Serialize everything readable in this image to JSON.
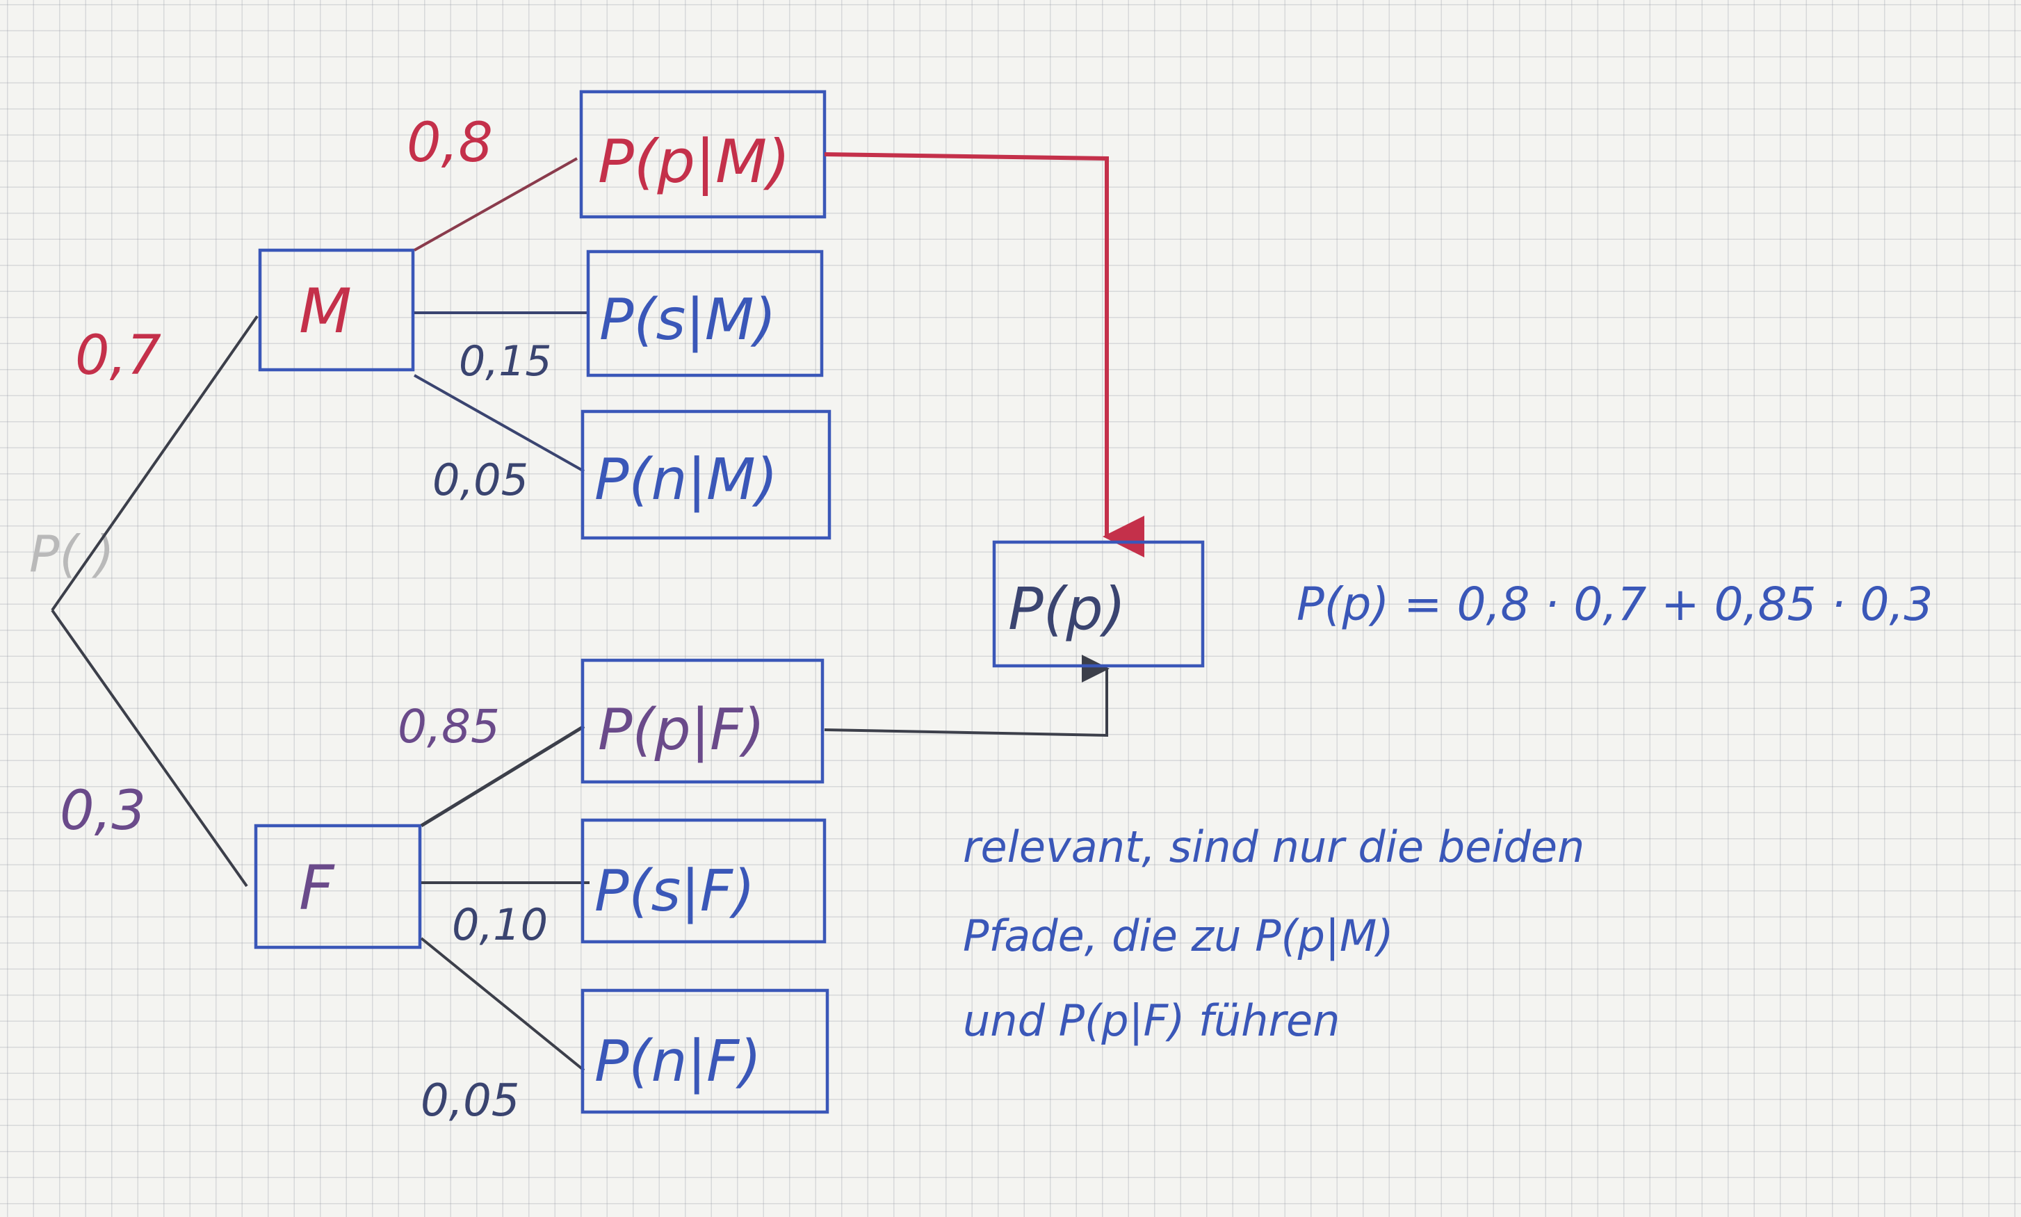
{
  "colors": {
    "pencil": "#3c3f4a",
    "blue_ink": "#3a57b8",
    "red_ink": "#c4304a",
    "purple_ink": "#6a4a8a",
    "faint": "#b9b9b9"
  },
  "root_label": "P(  )",
  "level1": [
    {
      "id": "M",
      "label": "M",
      "edge_prob": "0,7"
    },
    {
      "id": "F",
      "label": "F",
      "edge_prob": "0,3"
    }
  ],
  "leaves_M": [
    {
      "label": "P(p|M)",
      "edge_prob": "0,8"
    },
    {
      "label": "P(s|M)",
      "edge_prob": "0,15"
    },
    {
      "label": "P(n|M)",
      "edge_prob": "0,05"
    }
  ],
  "leaves_F": [
    {
      "label": "P(p|F)",
      "edge_prob": "0,85"
    },
    {
      "label": "P(s|F)",
      "edge_prob": "0,10"
    },
    {
      "label": "P(n|F)",
      "edge_prob": "0,05"
    }
  ],
  "target_box": "P(p)",
  "formula": "P(p) = 0,8 · 0,7 + 0,85 · 0,3",
  "note": [
    "relevant, sind nur die beiden",
    "Pfade, die zu P(p|M)",
    "und P(p|F) führen"
  ]
}
